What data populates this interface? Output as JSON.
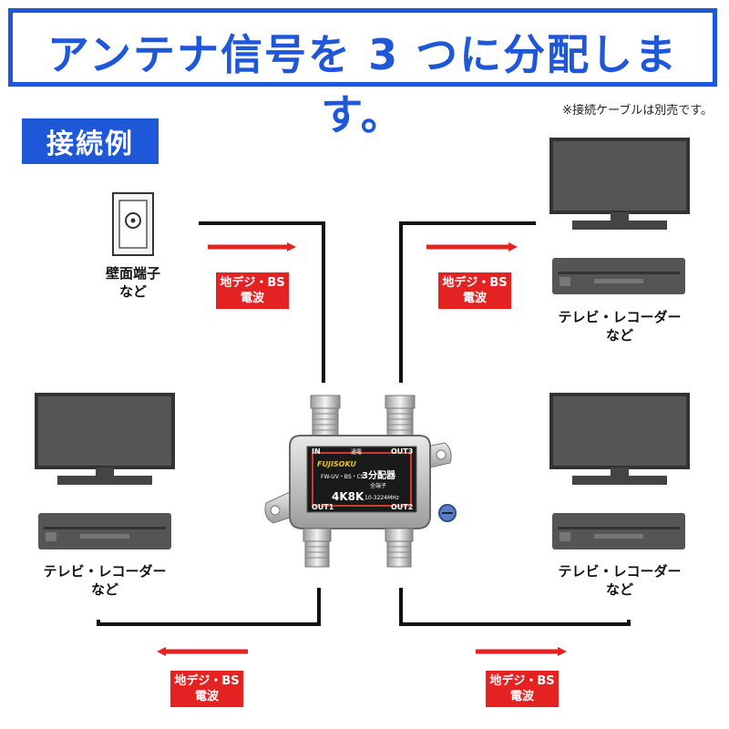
{
  "header": {
    "title": "アンテナ信号を 3 つに分配します。"
  },
  "note": "※接続ケーブルは別売です。",
  "section_badge": "接続例",
  "wall_outlet": {
    "label_line1": "壁面端子",
    "label_line2": "など"
  },
  "recorder_labels": {
    "line1": "テレビ・レコーダー",
    "line2": "など"
  },
  "signal": {
    "line1": "地デジ・BS",
    "line2": "電波"
  },
  "splitter": {
    "brand": "FUJISOKU",
    "model": "FW-UV・BS・CS",
    "type": "3分配器",
    "sub": "全端子",
    "format": "4K8K",
    "freq": "10-3224MHz",
    "port_in": "IN",
    "port_out1": "OUT1",
    "port_out2": "OUT2",
    "port_out3": "OUT3",
    "passthrough": "通電"
  },
  "colors": {
    "accent": "#1f57d9",
    "signal_red": "#e42222",
    "device_gray": "#555555"
  }
}
